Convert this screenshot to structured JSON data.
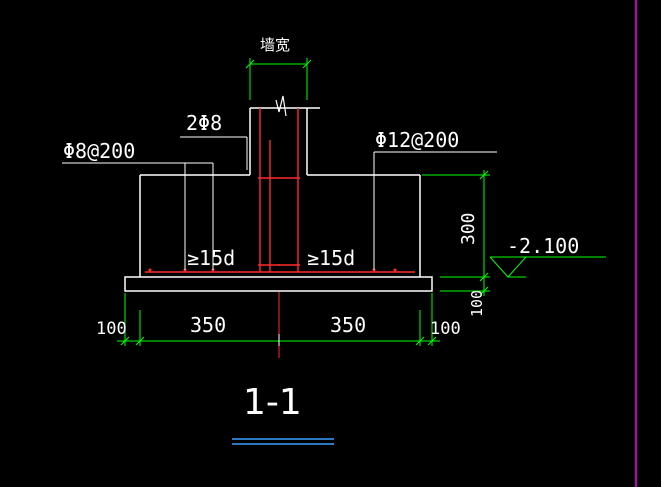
{
  "drawing": {
    "wall_width_label": "墙宽",
    "top_rebar_label": "2Φ8",
    "dist_rebar_label": "Φ8@200",
    "main_rebar_label": "Φ12@200",
    "anchor_left_label": "≥15d",
    "anchor_right_label": "≥15d",
    "height_dim": "300",
    "base_dim": "100",
    "elevation": "-2.100",
    "dim_left_offset": "100",
    "dim_left_span": "350",
    "dim_right_span": "350",
    "dim_right_offset": "100",
    "section_title": "1-1"
  },
  "colors": {
    "background": "#000000",
    "outline": "#ffffff",
    "dimension": "#00ff00",
    "rebar": "#ff2a2a",
    "section_underline": "#3aa0ff",
    "border": "#ff00ff",
    "text": "#ffffff"
  }
}
